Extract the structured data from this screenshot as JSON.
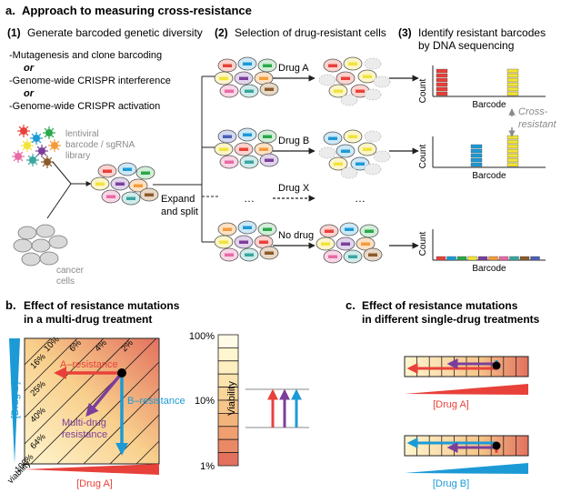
{
  "panel_a": {
    "title_letter": "a.",
    "title": "Approach to measuring cross-resistance",
    "step1": {
      "num": "(1)",
      "label": "Generate barcoded genetic diversity"
    },
    "step2": {
      "num": "(2)",
      "label": "Selection of drug-resistant cells"
    },
    "step3": {
      "num": "(3)",
      "label_line1": "Identify resistant barcodes",
      "label_line2": "by DNA sequencing"
    },
    "methods": [
      "-Mutagenesis and clone barcoding",
      "or",
      "-Genome-wide CRISPR interference",
      "or",
      "-Genome-wide CRISPR activation"
    ],
    "library_label": [
      "lentiviral",
      "barcode / sgRNA",
      "library"
    ],
    "cancer_label": [
      "cancer",
      "cells"
    ],
    "expand_label": [
      "Expand",
      "and split"
    ],
    "drugs": [
      "Drug A",
      "Drug B",
      "Drug X",
      "No drug"
    ],
    "ellipsis": "…",
    "count_label": "Count",
    "barcode_label": "Barcode",
    "cross_label": [
      "Cross-",
      "resistant"
    ]
  },
  "panel_b": {
    "title_letter": "b.",
    "title_line1": "Effect of resistance mutations",
    "title_line2": "in a multi-drug treatment",
    "contours": [
      "2%",
      "4%",
      "6%",
      "10%",
      "16%",
      "25%",
      "40%",
      "64%",
      "100%"
    ],
    "viability_word": "viability",
    "drug_b": "[Drug B]",
    "drug_a": "[Drug A]",
    "a_res": "A–resistance",
    "b_res": "B–resistance",
    "multi_res": [
      "Multi-drug",
      "resistance"
    ],
    "viability_axis": "Viability",
    "scale_ticks": [
      "100%",
      "10%",
      "1%"
    ]
  },
  "panel_c": {
    "title_letter": "c.",
    "title_line1": "Effect of resistance mutations",
    "title_line2": "in different single-drug treatments",
    "drug_a": "[Drug A]",
    "drug_b": "[Drug B]"
  },
  "colors": {
    "red": "#e8413a",
    "blue": "#1c9ad6",
    "purple": "#7b3f9b",
    "yellow": "#f2e33a",
    "green": "#2aa84a",
    "gray": "#8a8a8a"
  }
}
